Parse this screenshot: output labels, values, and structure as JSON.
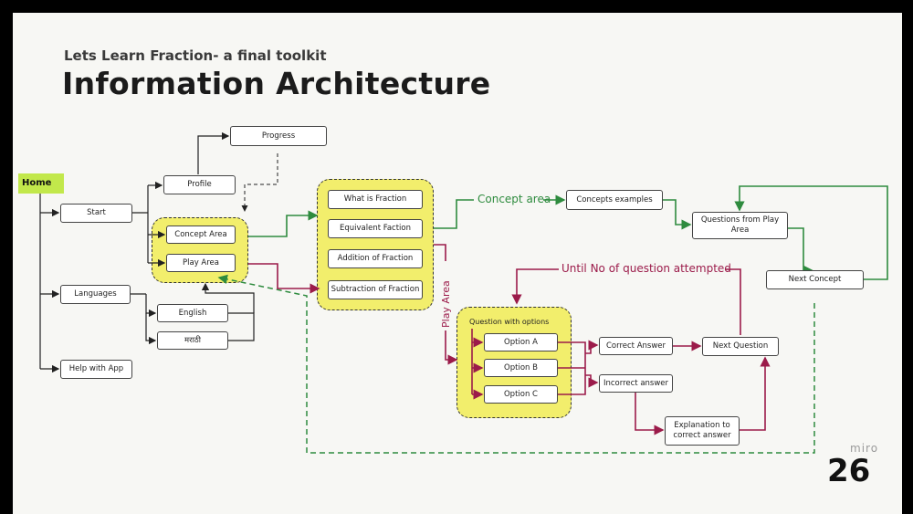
{
  "header": {
    "subtitle": "Lets Learn Fraction- a final toolkit",
    "title": "Information Architecture"
  },
  "nodes": {
    "home": "Home",
    "start": "Start",
    "profile": "Profile",
    "progress": "Progress",
    "concept_area": "Concept Area",
    "play_area": "Play Area",
    "languages": "Languages",
    "english": "English",
    "marathi": "मराठी",
    "help": "Help with App",
    "what_is_fraction": "What is Fraction",
    "equivalent_faction": "Equivalent Faction",
    "addition_fraction": "Addition of Fraction",
    "subtraction_fraction": "Subtraction of Fraction",
    "concepts_examples": "Concepts examples",
    "questions_play_area": "Questions from Play Area",
    "next_concept": "Next Concept",
    "question_with_options": "Question with options",
    "option_a": "Option A",
    "option_b": "Option B",
    "option_c": "Option C",
    "correct_answer": "Correct Answer",
    "incorrect_answer": "Incorrect answer",
    "next_question": "Next Question",
    "explanation": "Explanation to correct answer"
  },
  "edge_labels": {
    "concept_area": "Concept area",
    "play_area": "Play Area",
    "until": "Until No of question attempted"
  },
  "footer": {
    "watermark": "miro",
    "page_number": "26"
  },
  "colors": {
    "concept_edge": "#2e8b3e",
    "play_edge": "#9b1b4a",
    "highlight": "#f2ee6c",
    "home_bg": "#c2e84b"
  }
}
